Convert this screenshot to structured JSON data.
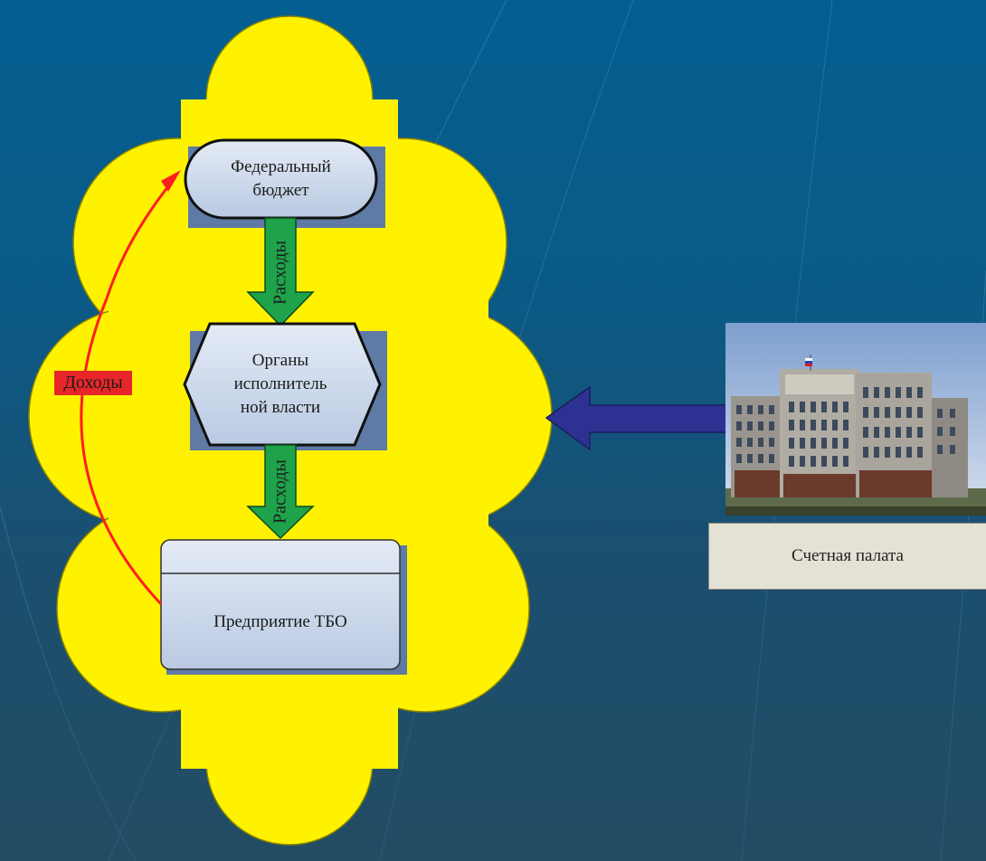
{
  "diagram": {
    "nodes": {
      "budget": {
        "label_line1": "Федеральный",
        "label_line2": "бюджет"
      },
      "authorities": {
        "label_line1": "Органы",
        "label_line2": "исполнитель",
        "label_line3": "ной власти"
      },
      "enterprise": {
        "label": "Предприятие ТБО"
      },
      "audit_chamber": {
        "label": "Счетная палата",
        "photo": "building-photo"
      }
    },
    "edges": {
      "expenses_1": {
        "label": "Расходы"
      },
      "expenses_2": {
        "label": "Расходы"
      },
      "income": {
        "label": "Доходы"
      }
    },
    "colors": {
      "background_top": "#035f91",
      "background_bottom": "#234c63",
      "cloud": "#fff200",
      "node_fill": "#c9d6ea",
      "node_shadow": "#5e7aa5",
      "expense_arrow": "#1ea34a",
      "income_arrow": "#ff1f1f",
      "income_label_bg": "#e8262a",
      "audit_arrow": "#2f3192",
      "audit_label_bg": "#e4e1d5"
    }
  }
}
